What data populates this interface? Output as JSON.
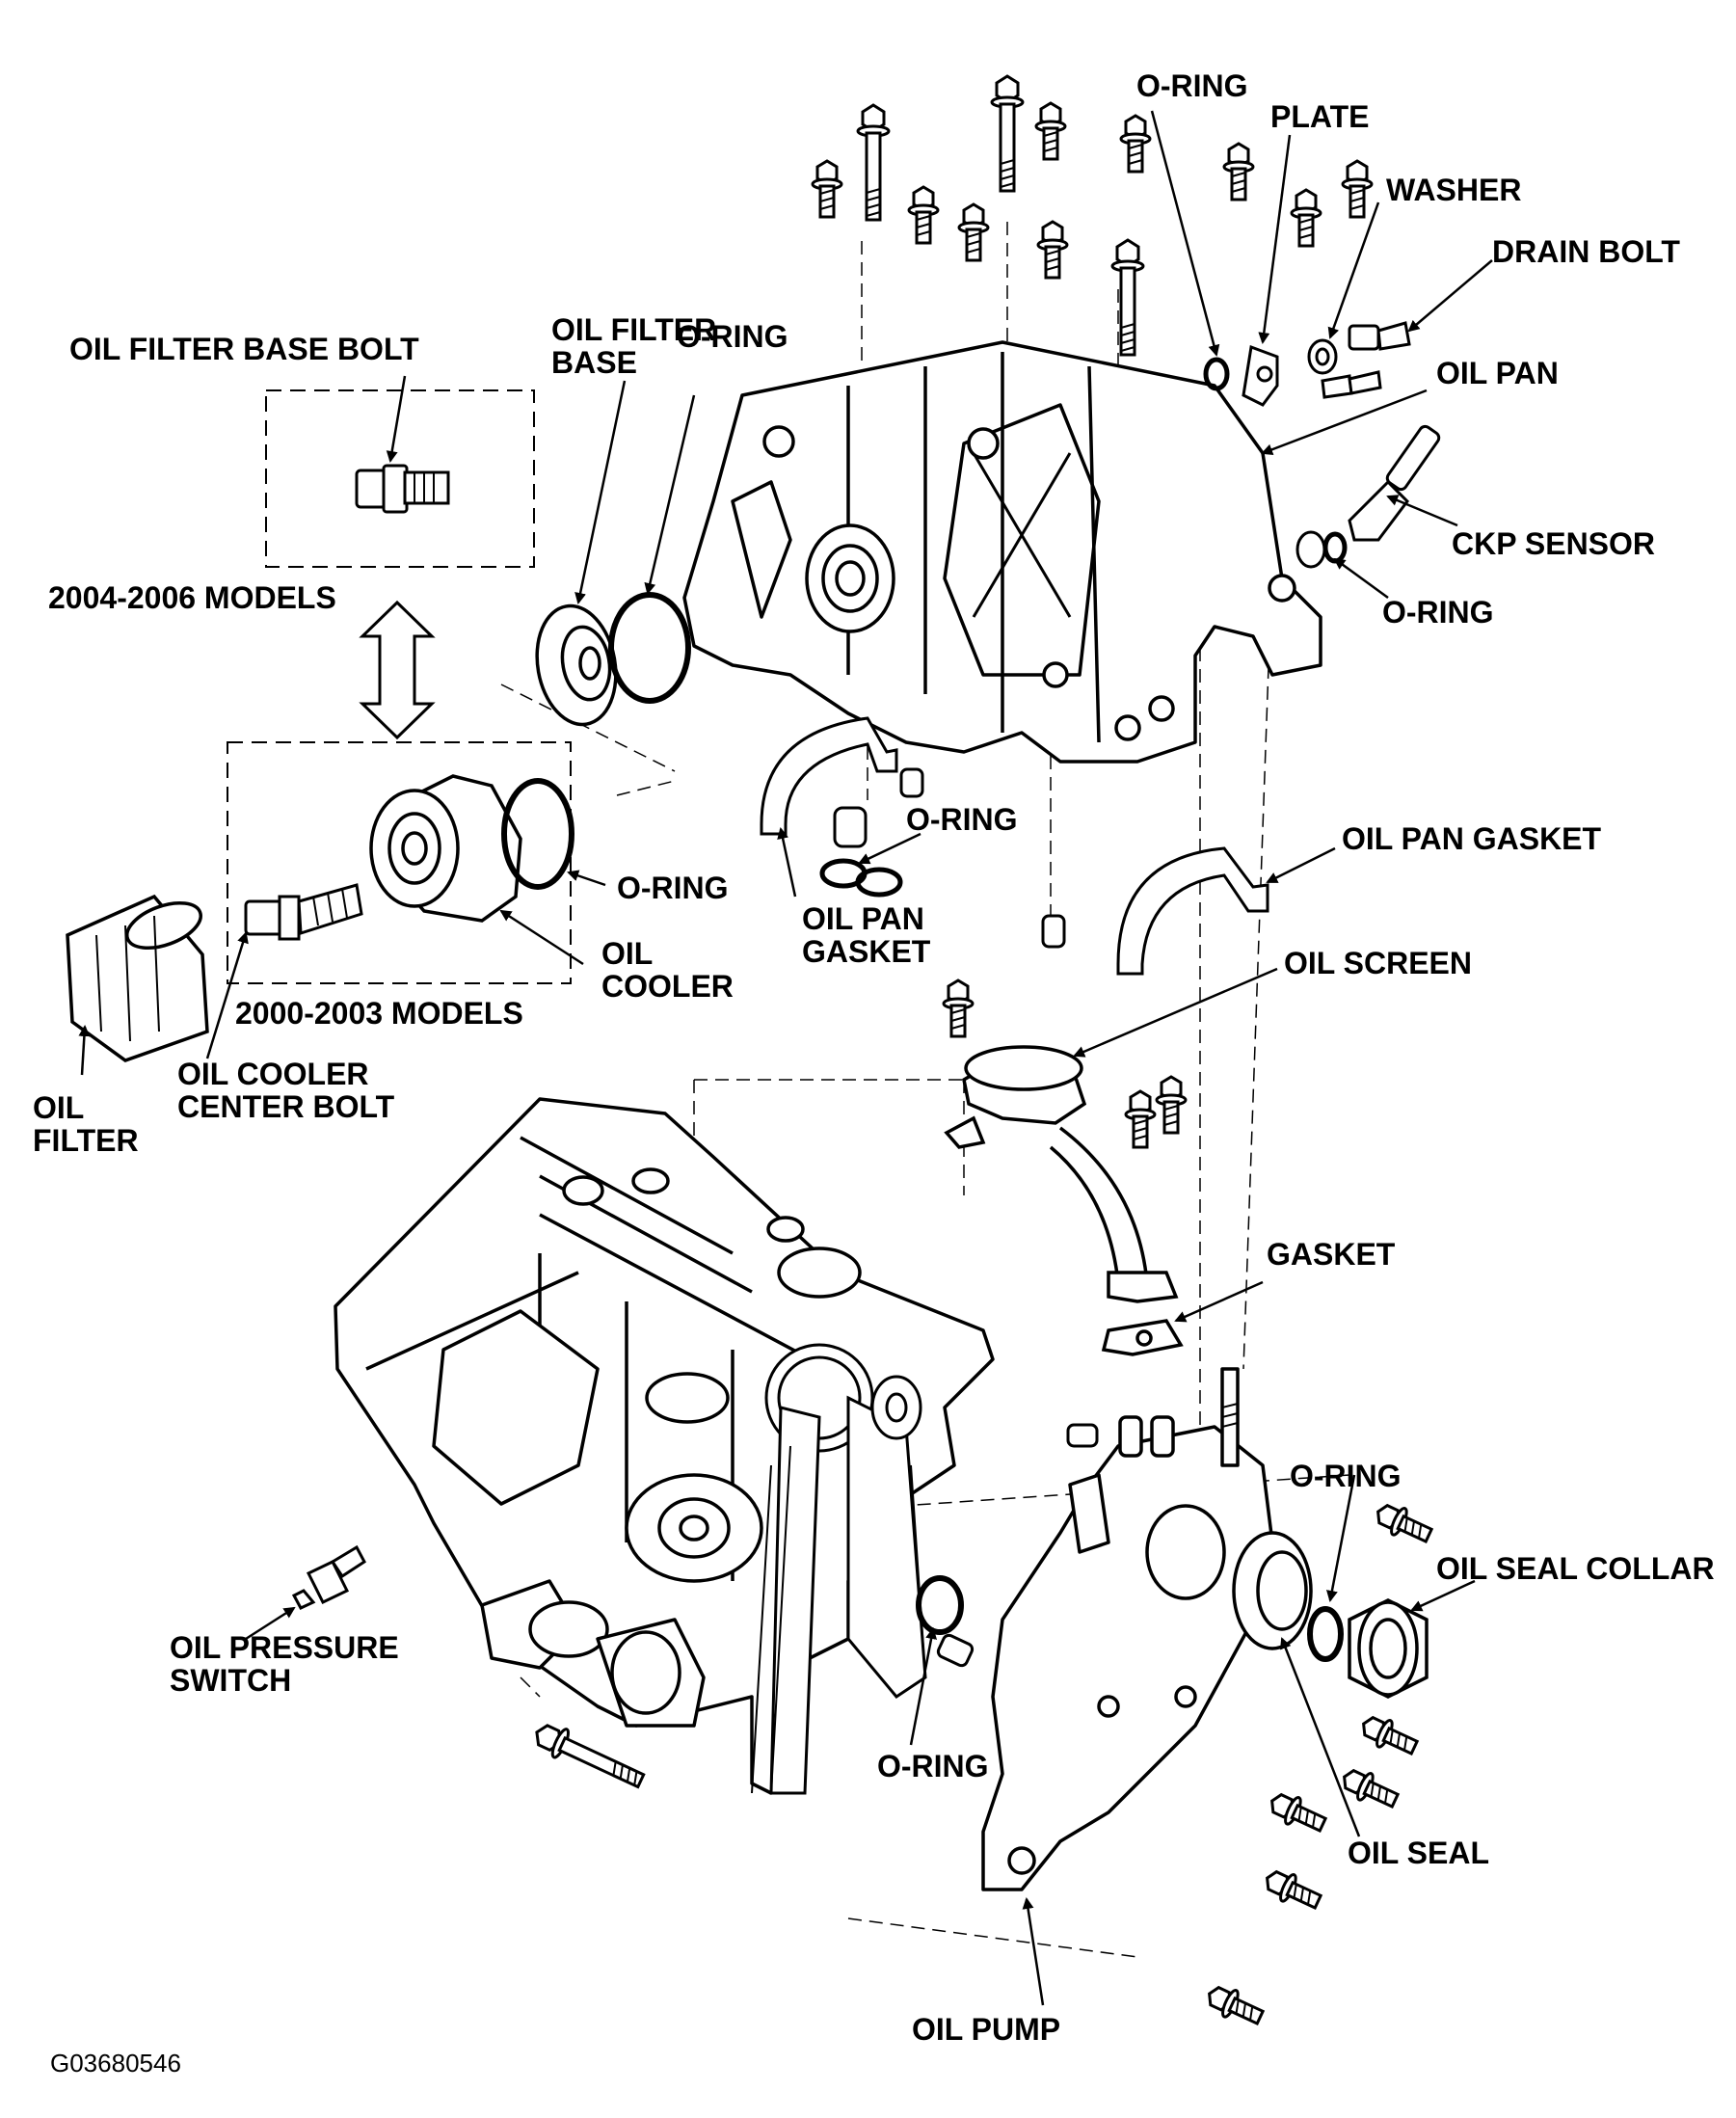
{
  "figure_id": "G03680546",
  "labels": {
    "o_ring_top": "O-RING",
    "plate": "PLATE",
    "washer": "WASHER",
    "drain_bolt": "DRAIN BOLT",
    "oil_pan": "OIL PAN",
    "ckp_sensor": "CKP SENSOR",
    "o_ring_ckp": "O-RING",
    "oil_filter_base_bolt": "OIL FILTER BASE BOLT",
    "oil_filter_base_1": "OIL FILTER",
    "oil_filter_base_2": "BASE",
    "o_ring_base": "O-RING",
    "models_2004_2006": "2004-2006 MODELS",
    "o_ring_pan_gasket": "O-RING",
    "oil_pan_gasket_left_1": "OIL PAN",
    "oil_pan_gasket_left_2": "GASKET",
    "oil_pan_gasket_right": "OIL PAN GASKET",
    "o_ring_cooler": "O-RING",
    "oil_cooler_1": "OIL",
    "oil_cooler_2": "COOLER",
    "models_2000_2003": "2000-2003 MODELS",
    "oil_screen": "OIL SCREEN",
    "oil_filter_1": "OIL",
    "oil_filter_2": "FILTER",
    "oil_cooler_center_bolt_1": "OIL COOLER",
    "oil_cooler_center_bolt_2": "CENTER BOLT",
    "gasket": "GASKET",
    "o_ring_seal": "O-RING",
    "oil_seal_collar": "OIL SEAL COLLAR",
    "oil_pressure_switch_1": "OIL PRESSURE",
    "oil_pressure_switch_2": "SWITCH",
    "o_ring_pump": "O-RING",
    "oil_seal": "OIL SEAL",
    "oil_pump": "OIL PUMP"
  }
}
